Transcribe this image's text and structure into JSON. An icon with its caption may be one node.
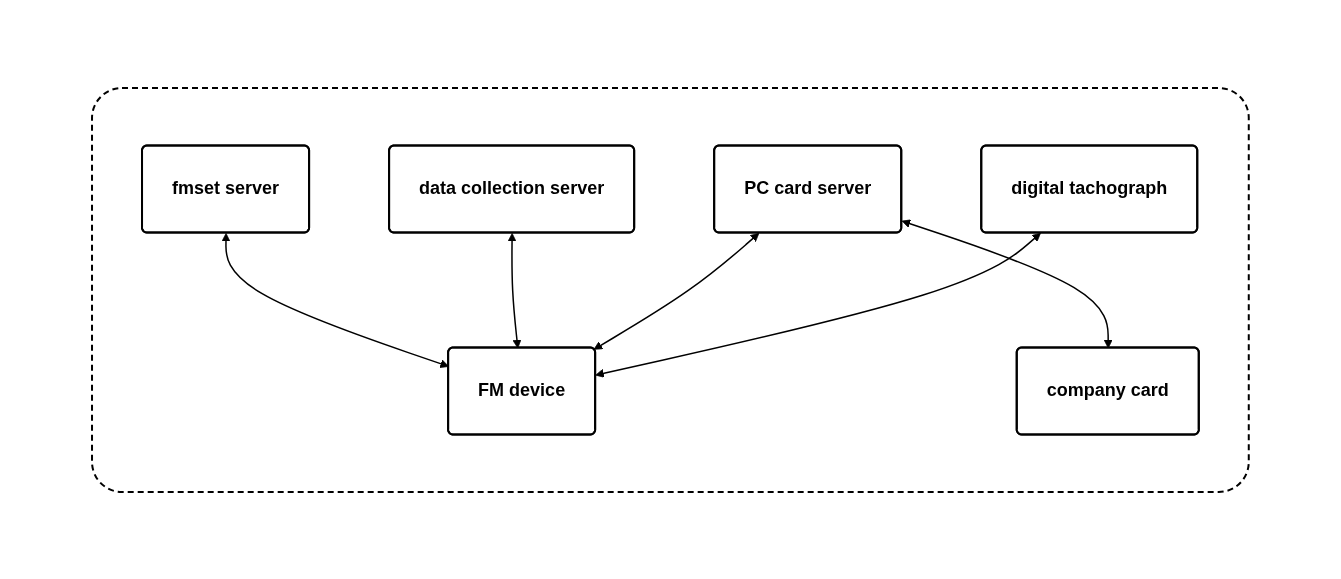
{
  "diagram": {
    "nodes": [
      {
        "text": [],
        "shape": "box"
      },
      {
        "text": [
          "fmset server"
        ],
        "in": 0
      },
      {
        "text": [
          "data collection server"
        ],
        "in": 0
      },
      {
        "text": [
          "PC card server"
        ],
        "in": 0
      },
      {
        "text": [
          "digital tachograph"
        ],
        "in": 0
      },
      {
        "text": [
          "FM device"
        ],
        "in": 0
      },
      {
        "text": [
          "company card"
        ],
        "in": 0
      }
    ],
    "edges": [
      {
        "from": 1,
        "to": 5,
        "arrow": "both"
      },
      {
        "from": 2,
        "to": 5,
        "arrow": "both"
      },
      {
        "from": 3,
        "to": 5,
        "arrow": "both"
      },
      {
        "from": 3,
        "to": 6,
        "arrow": "both"
      },
      {
        "from": 4,
        "to": 5,
        "arrow": "both"
      }
    ]
  }
}
